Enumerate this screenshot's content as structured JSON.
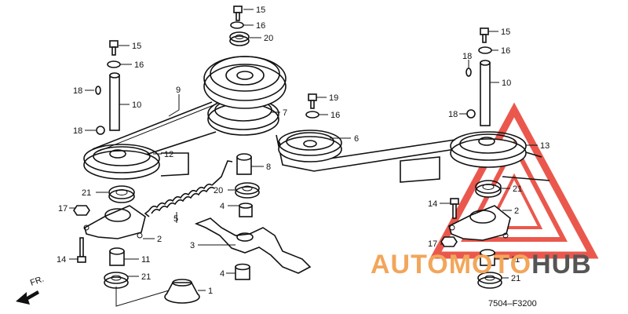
{
  "diagram_code": "7504–F3200",
  "front_label": "FR.",
  "watermark": {
    "part1": "AUTOMOTO",
    "part2": "HUB",
    "color_red": "#e8473a",
    "color_orange": "#f2a65a",
    "color_gray": "#555555"
  },
  "callouts": [
    {
      "id": "c15a",
      "label": "15"
    },
    {
      "id": "c16a",
      "label": "16"
    },
    {
      "id": "c20a",
      "label": "20"
    },
    {
      "id": "c15b",
      "label": "15"
    },
    {
      "id": "c16b",
      "label": "16"
    },
    {
      "id": "c18a",
      "label": "18"
    },
    {
      "id": "c10a",
      "label": "10"
    },
    {
      "id": "c18b",
      "label": "18"
    },
    {
      "id": "c9",
      "label": "9"
    },
    {
      "id": "c7",
      "label": "7"
    },
    {
      "id": "c19",
      "label": "19"
    },
    {
      "id": "c16c",
      "label": "16"
    },
    {
      "id": "c6",
      "label": "6"
    },
    {
      "id": "c12",
      "label": "12"
    },
    {
      "id": "c8",
      "label": "8"
    },
    {
      "id": "c21a",
      "label": "21"
    },
    {
      "id": "c17a",
      "label": "17"
    },
    {
      "id": "c20b",
      "label": "20"
    },
    {
      "id": "c5",
      "label": "5"
    },
    {
      "id": "c4a",
      "label": "4"
    },
    {
      "id": "c2a",
      "label": "2"
    },
    {
      "id": "c3",
      "label": "3"
    },
    {
      "id": "c14a",
      "label": "14"
    },
    {
      "id": "c11a",
      "label": "11"
    },
    {
      "id": "c4b",
      "label": "4"
    },
    {
      "id": "c21b",
      "label": "21"
    },
    {
      "id": "c1",
      "label": "1"
    },
    {
      "id": "c15c",
      "label": "15"
    },
    {
      "id": "c16d",
      "label": "16"
    },
    {
      "id": "c18c",
      "label": "18"
    },
    {
      "id": "c10b",
      "label": "10"
    },
    {
      "id": "c18d",
      "label": "18"
    },
    {
      "id": "c13",
      "label": "13"
    },
    {
      "id": "c21c",
      "label": "21"
    },
    {
      "id": "c14b",
      "label": "14"
    },
    {
      "id": "c2b",
      "label": "2"
    },
    {
      "id": "c17b",
      "label": "17"
    },
    {
      "id": "c11b",
      "label": "11"
    },
    {
      "id": "c21d",
      "label": "21"
    }
  ]
}
